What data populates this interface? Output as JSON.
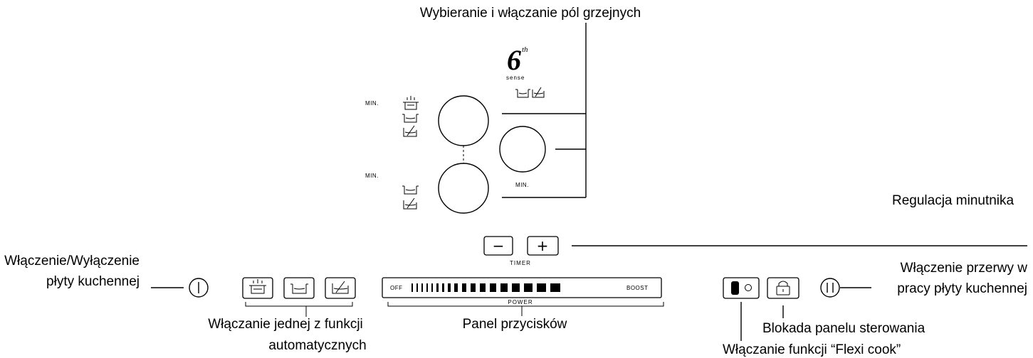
{
  "labels": {
    "heating_zones": "Wybieranie i włączanie pól grzejnych",
    "timer_adjust": "Regulacja minutnika",
    "onoff_line1": "Włączenie/Wyłączenie",
    "onoff_line2": "płyty kuchennej",
    "pause_line1": "Włączenie przerwy w",
    "pause_line2": "pracy płyty kuchennej",
    "auto_line1": "Włączanie jednej z funkcji",
    "auto_line2": "automatycznych",
    "keypad": "Panel przycisków",
    "lock": "Blokada panelu sterowania",
    "flexi": "Włączanie funkcji “Flexi cook”"
  },
  "panel": {
    "min_top_left": "MIN.",
    "min_bottom_left": "MIN.",
    "min_right": "MIN.",
    "logo_main": "6",
    "logo_sup": "th",
    "logo_sub": "sense",
    "timer_minus": "−",
    "timer_plus": "+",
    "timer_label": "TIMER",
    "power_off": "OFF",
    "power_boost": "BOOST",
    "power_label": "POWER"
  }
}
